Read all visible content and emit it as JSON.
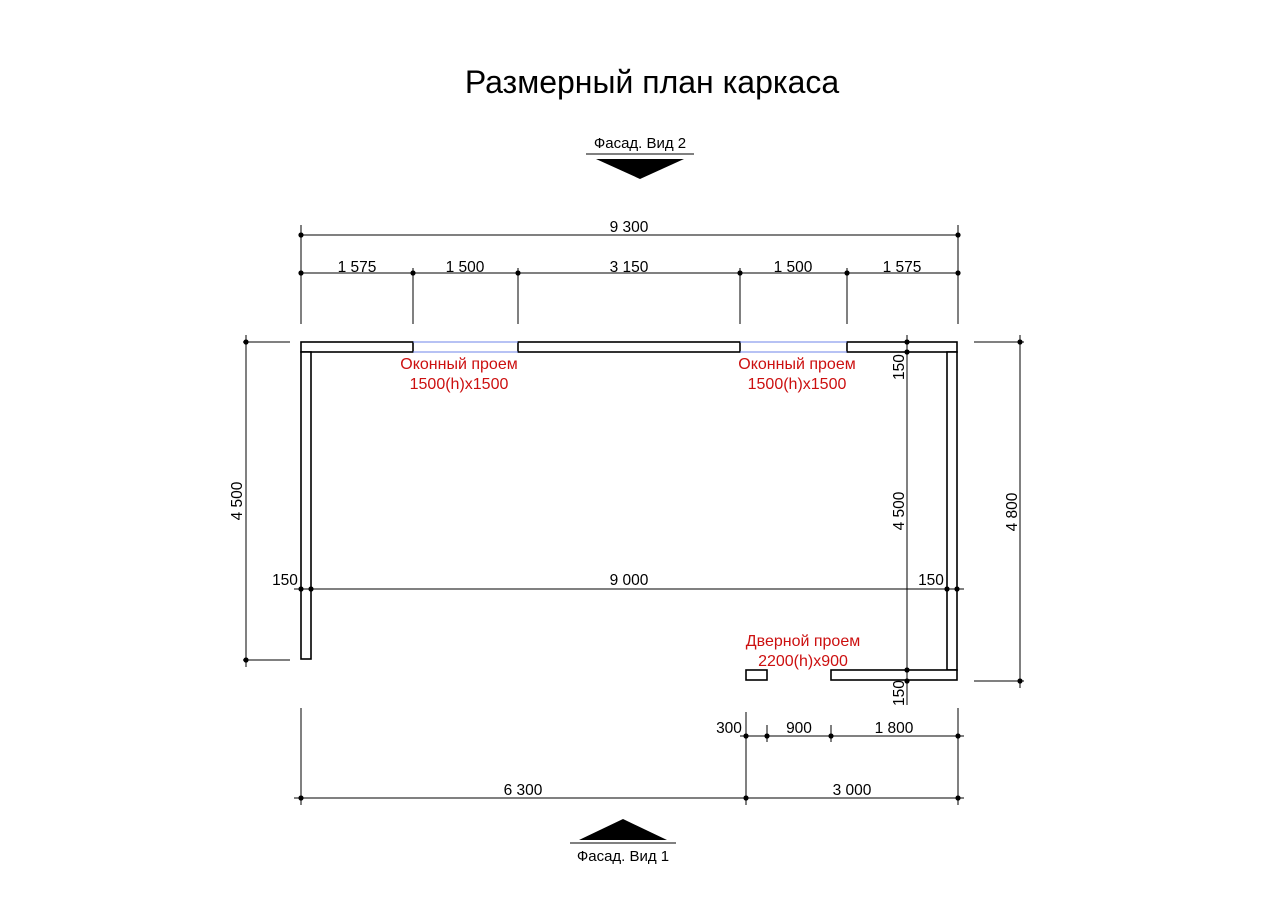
{
  "title": "Размерный план каркаса",
  "facade_top": "Фасад. Вид 2",
  "facade_bottom": "Фасад. Вид 1",
  "openings": {
    "window_1": {
      "name": "Оконный проем",
      "size": "1500(h)x1500"
    },
    "window_2": {
      "name": "Оконный проем",
      "size": "1500(h)x1500"
    },
    "door": {
      "name": "Дверной проем",
      "size": "2200(h)x900"
    }
  },
  "dimensions": {
    "top_total": "9 300",
    "top_segments": [
      "1 575",
      "1 500",
      "3 150",
      "1 500",
      "1 575"
    ],
    "left_height": "4 500",
    "right_outer_height": "4 800",
    "right_inner_height": "4 500",
    "right_top_thickness": "150",
    "right_bottom_thickness": "150",
    "inner_width": "9 000",
    "left_wall_thickness": "150",
    "right_wall_thickness": "150",
    "bottom_segments": [
      "300",
      "900",
      "1 800"
    ],
    "bottom_totals": [
      "6 300",
      "3 000"
    ]
  },
  "colors": {
    "walls": "#000000",
    "opening_labels": "#cc1010",
    "window_lines": "#6f86e8"
  }
}
